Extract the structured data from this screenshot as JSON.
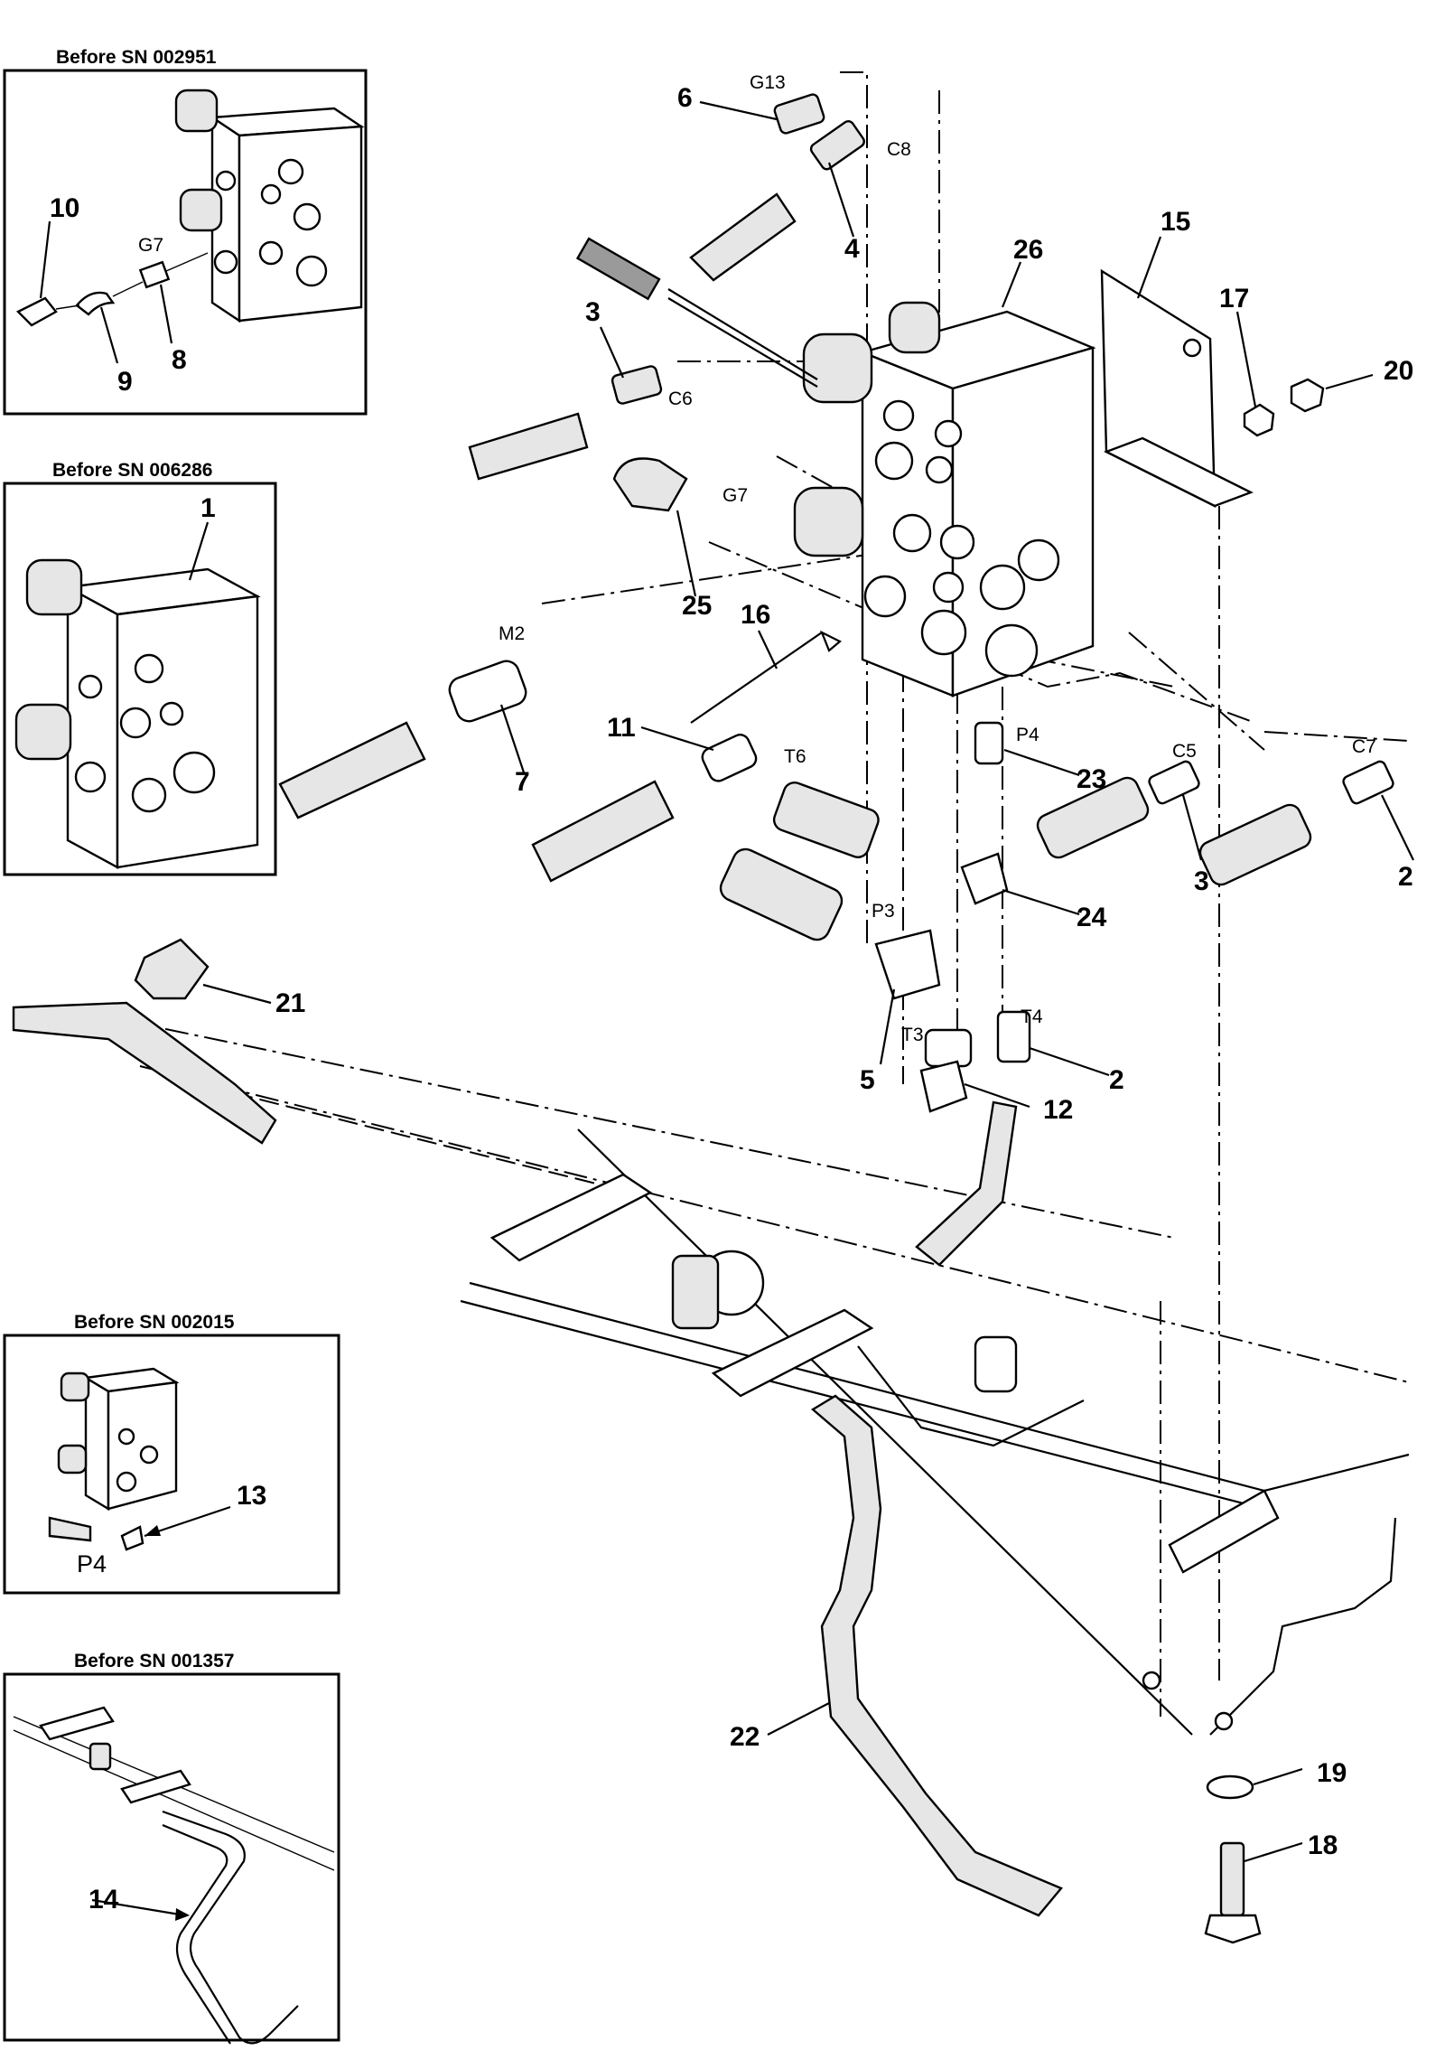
{
  "insets": [
    {
      "id": "sn002951",
      "title": "Before SN 002951",
      "callouts": [
        "10",
        "9",
        "8"
      ],
      "ports": [
        "G7"
      ]
    },
    {
      "id": "sn006286",
      "title": "Before SN 006286",
      "callouts": [
        "1"
      ],
      "ports": []
    },
    {
      "id": "sn002015",
      "title": "Before SN 002015",
      "callouts": [
        "13"
      ],
      "ports": [
        "P4"
      ]
    },
    {
      "id": "sn001357",
      "title": "Before SN 001357",
      "callouts": [
        "14"
      ],
      "ports": []
    }
  ],
  "callouts": {
    "c6": "6",
    "c4": "4",
    "c26": "26",
    "c15": "15",
    "c17": "17",
    "c20": "20",
    "c3a": "3",
    "c25": "25",
    "c16": "16",
    "c7": "7",
    "c11": "11",
    "c23": "23",
    "c3b": "3",
    "c2a": "2",
    "c24": "24",
    "c21": "21",
    "c5": "5",
    "c12": "12",
    "c2b": "2",
    "c19": "19",
    "c18": "18",
    "c22": "22"
  },
  "ports": {
    "g13": "G13",
    "c8": "C8",
    "c6": "C6",
    "g7": "G7",
    "m2": "M2",
    "t6": "T6",
    "p4": "P4",
    "c5": "C5",
    "c7": "C7",
    "p3": "P3",
    "t3": "T3",
    "t4": "T4"
  },
  "colors": {
    "line": "#000000",
    "background": "#ffffff",
    "shade": "#9a9a9a",
    "light": "#e6e6e6"
  }
}
